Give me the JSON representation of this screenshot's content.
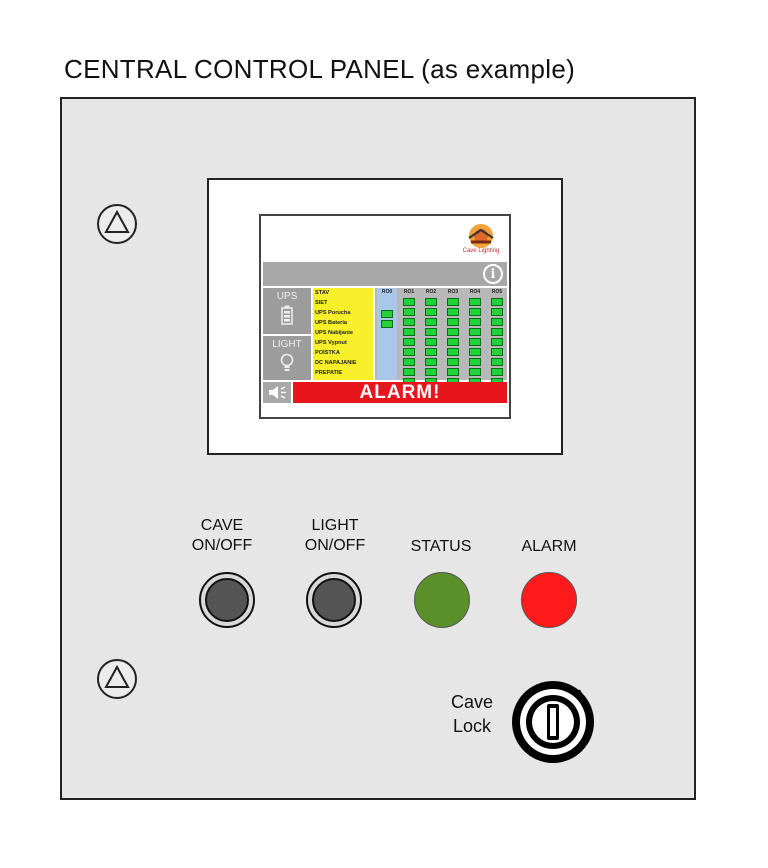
{
  "title": "CENTRAL CONTROL PANEL (as example)",
  "screen": {
    "logo_text": "Cave Lighting",
    "info_label": "i",
    "side": {
      "ups_label": "UPS",
      "light_label": "LIGHT"
    },
    "status_rows": [
      "STAV",
      "SIET",
      "UPS Porucha",
      "UPS Bateria",
      "UPS Nabíjanie",
      "UPS Vypnut",
      "POISTKA",
      "DC NAPAJANIE",
      "PREPATIE"
    ],
    "columns": [
      {
        "label": "RO0",
        "leds": 2
      },
      {
        "label": "RO1",
        "leds": 9
      },
      {
        "label": "RO2",
        "leds": 9
      },
      {
        "label": "RO3",
        "leds": 9
      },
      {
        "label": "RO4",
        "leds": 9
      },
      {
        "label": "RO5",
        "leds": 9
      }
    ],
    "alarm_text": "ALARM!"
  },
  "buttons": {
    "cave": {
      "line1": "CAVE",
      "line2": "ON/OFF"
    },
    "light": {
      "line1": "LIGHT",
      "line2": "ON/OFF"
    },
    "status": {
      "label": "STATUS",
      "color": "#5a8f2a"
    },
    "alarm": {
      "label": "ALARM",
      "color": "#ff1b1b"
    }
  },
  "lock": {
    "line1": "Cave",
    "line2": "Lock",
    "zero_mark": "0"
  },
  "colors": {
    "panel": "#e6e6e6",
    "alarm_bar": "#e8151c",
    "led": "#22d23a",
    "status_list": "#f7ef2a"
  }
}
